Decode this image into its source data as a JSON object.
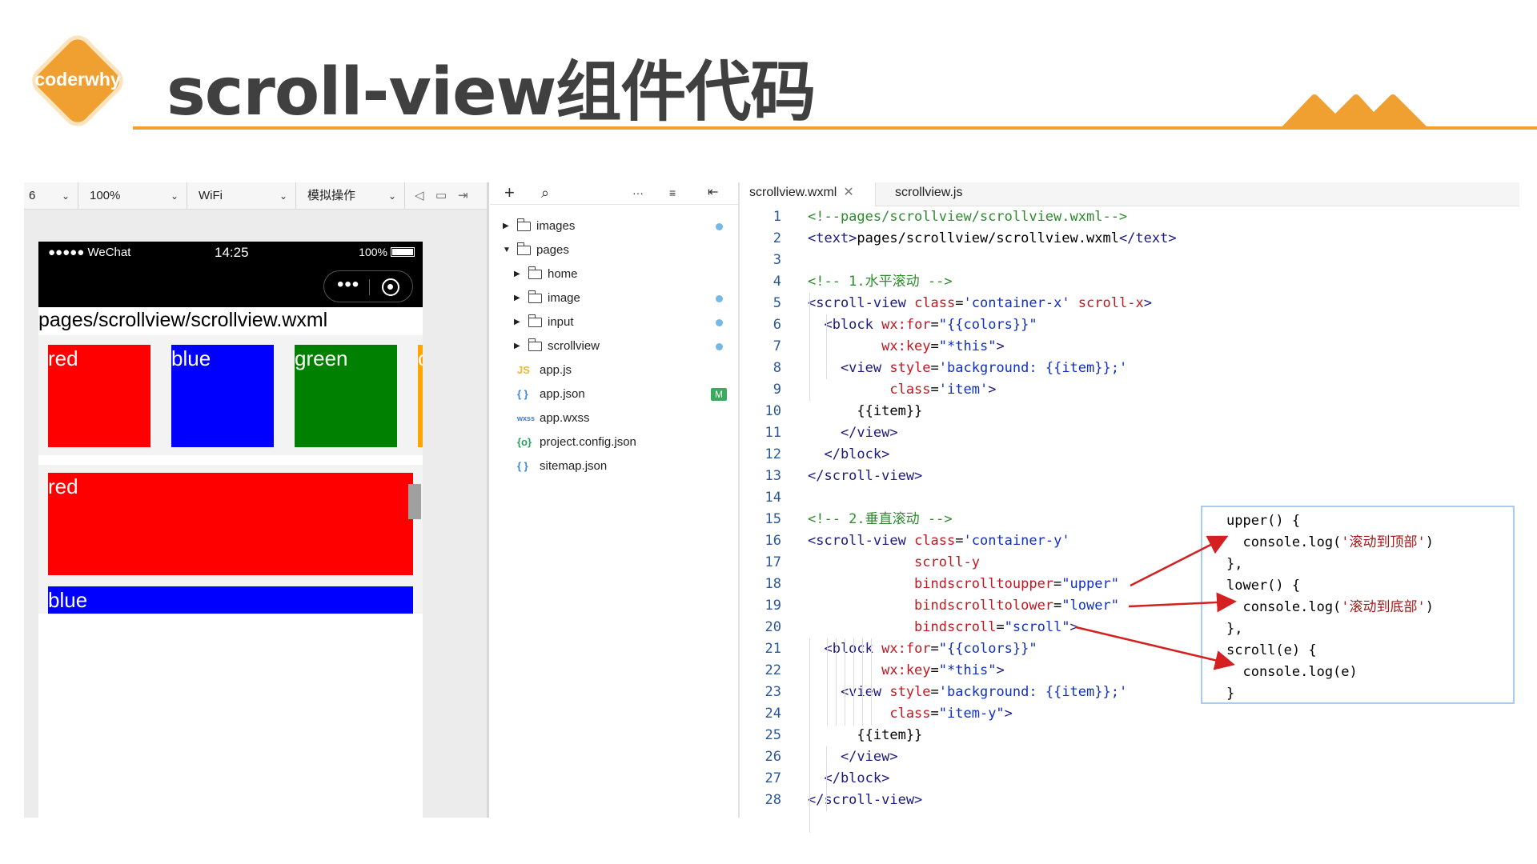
{
  "slide": {
    "logo_text": "coderwhy",
    "title": "scroll-view组件代码",
    "colors": {
      "accent": "#f0a030",
      "title": "#404040"
    }
  },
  "simulator": {
    "toolbar": {
      "device": "6",
      "zoom": "100%",
      "network": "WiFi",
      "operation": "模拟操作"
    },
    "statusbar": {
      "carrier": "●●●●● WeChat",
      "time": "14:25",
      "battery": "100%"
    },
    "page_path": "pages/scrollview/scrollview.wxml",
    "horizontal_items": [
      {
        "label": "red",
        "color": "#ff0000"
      },
      {
        "label": "blue",
        "color": "#0000ff"
      },
      {
        "label": "green",
        "color": "#008000"
      },
      {
        "label": "o",
        "color": "#ffa500"
      }
    ],
    "vertical_items": [
      {
        "label": "red",
        "color": "#ff0000"
      },
      {
        "label": "blue",
        "color": "#0000ff"
      }
    ]
  },
  "file_tree": {
    "items": [
      {
        "label": "images",
        "type": "folder",
        "depth": 0,
        "expanded": false,
        "dot": true
      },
      {
        "label": "pages",
        "type": "folder",
        "depth": 0,
        "expanded": true,
        "dot": false
      },
      {
        "label": "home",
        "type": "folder",
        "depth": 1,
        "expanded": false,
        "dot": false
      },
      {
        "label": "image",
        "type": "folder",
        "depth": 1,
        "expanded": false,
        "dot": true
      },
      {
        "label": "input",
        "type": "folder",
        "depth": 1,
        "expanded": false,
        "dot": true
      },
      {
        "label": "scrollview",
        "type": "folder",
        "depth": 1,
        "expanded": false,
        "dot": true
      },
      {
        "label": "app.js",
        "type": "js",
        "depth": 0,
        "icon": "JS"
      },
      {
        "label": "app.json",
        "type": "json",
        "depth": 0,
        "icon": "{ }",
        "badge": "M"
      },
      {
        "label": "app.wxss",
        "type": "wxss",
        "depth": 0,
        "icon": "wxss"
      },
      {
        "label": "project.config.json",
        "type": "config",
        "depth": 0,
        "icon": "{o}"
      },
      {
        "label": "sitemap.json",
        "type": "json",
        "depth": 0,
        "icon": "{ }"
      }
    ]
  },
  "editor": {
    "tabs": [
      {
        "label": "scrollview.wxml",
        "active": true
      },
      {
        "label": "scrollview.js",
        "active": false
      }
    ],
    "lines": [
      {
        "n": "1",
        "segs": [
          [
            "<!--pages/scrollview/scrollview.wxml-->",
            "com"
          ]
        ]
      },
      {
        "n": "2",
        "segs": [
          [
            "<text>",
            "tag"
          ],
          [
            "pages/scrollview/scrollview.wxml",
            "txt"
          ],
          [
            "</text>",
            "tag"
          ]
        ]
      },
      {
        "n": "3",
        "segs": []
      },
      {
        "n": "4",
        "segs": [
          [
            "<!-- 1.水平滚动 -->",
            "com"
          ]
        ]
      },
      {
        "n": "5",
        "segs": [
          [
            "<scroll-view ",
            "tag"
          ],
          [
            "class",
            "attr"
          ],
          [
            "=",
            "txt"
          ],
          [
            "'container-x'",
            "str"
          ],
          [
            " scroll-x",
            "attr"
          ],
          [
            ">",
            "tag"
          ]
        ]
      },
      {
        "n": "6",
        "segs": [
          [
            "  <block ",
            "tag"
          ],
          [
            "wx:for",
            "attr"
          ],
          [
            "=",
            "txt"
          ],
          [
            "\"{{colors}}\"",
            "str"
          ]
        ]
      },
      {
        "n": "7",
        "segs": [
          [
            "         wx:key",
            "attr"
          ],
          [
            "=",
            "txt"
          ],
          [
            "\"*this\"",
            "str"
          ],
          [
            ">",
            "tag"
          ]
        ]
      },
      {
        "n": "8",
        "segs": [
          [
            "    <view ",
            "tag"
          ],
          [
            "style",
            "attr"
          ],
          [
            "=",
            "txt"
          ],
          [
            "'background: {{item}};'",
            "str"
          ]
        ]
      },
      {
        "n": "9",
        "segs": [
          [
            "          class",
            "attr"
          ],
          [
            "=",
            "txt"
          ],
          [
            "'item'",
            "str"
          ],
          [
            ">",
            "tag"
          ]
        ]
      },
      {
        "n": "10",
        "segs": [
          [
            "      {{item}}",
            "txt"
          ]
        ]
      },
      {
        "n": "11",
        "segs": [
          [
            "    </view>",
            "tag"
          ]
        ]
      },
      {
        "n": "12",
        "segs": [
          [
            "  </block>",
            "tag"
          ]
        ]
      },
      {
        "n": "13",
        "segs": [
          [
            "</scroll-view>",
            "tag"
          ]
        ]
      },
      {
        "n": "14",
        "segs": []
      },
      {
        "n": "15",
        "segs": [
          [
            "<!-- 2.垂直滚动 -->",
            "com"
          ]
        ]
      },
      {
        "n": "16",
        "segs": [
          [
            "<scroll-view ",
            "tag"
          ],
          [
            "class",
            "attr"
          ],
          [
            "=",
            "txt"
          ],
          [
            "'container-y'",
            "str"
          ]
        ]
      },
      {
        "n": "17",
        "segs": [
          [
            "             scroll-y",
            "attr"
          ]
        ]
      },
      {
        "n": "18",
        "segs": [
          [
            "             bindscrolltoupper",
            "attr"
          ],
          [
            "=",
            "txt"
          ],
          [
            "\"upper\"",
            "str"
          ]
        ]
      },
      {
        "n": "19",
        "segs": [
          [
            "             bindscrolltolower",
            "attr"
          ],
          [
            "=",
            "txt"
          ],
          [
            "\"lower\"",
            "str"
          ]
        ]
      },
      {
        "n": "20",
        "segs": [
          [
            "             bindscroll",
            "attr"
          ],
          [
            "=",
            "txt"
          ],
          [
            "\"scroll\"",
            "str"
          ],
          [
            ">",
            "tag"
          ]
        ]
      },
      {
        "n": "21",
        "segs": [
          [
            "  <block ",
            "tag"
          ],
          [
            "wx:for",
            "attr"
          ],
          [
            "=",
            "txt"
          ],
          [
            "\"{{colors}}\"",
            "str"
          ]
        ]
      },
      {
        "n": "22",
        "segs": [
          [
            "         wx:key",
            "attr"
          ],
          [
            "=",
            "txt"
          ],
          [
            "\"*this\"",
            "str"
          ],
          [
            ">",
            "tag"
          ]
        ]
      },
      {
        "n": "23",
        "segs": [
          [
            "    <view ",
            "tag"
          ],
          [
            "style",
            "attr"
          ],
          [
            "=",
            "txt"
          ],
          [
            "'background: {{item}};'",
            "str"
          ]
        ]
      },
      {
        "n": "24",
        "segs": [
          [
            "          class",
            "attr"
          ],
          [
            "=",
            "txt"
          ],
          [
            "\"item-y\"",
            "str"
          ],
          [
            ">",
            "tag"
          ]
        ]
      },
      {
        "n": "25",
        "segs": [
          [
            "      {{item}}",
            "txt"
          ]
        ]
      },
      {
        "n": "26",
        "segs": [
          [
            "    </view>",
            "tag"
          ]
        ]
      },
      {
        "n": "27",
        "segs": [
          [
            "  </block>",
            "tag"
          ]
        ]
      },
      {
        "n": "28",
        "segs": [
          [
            "</scroll-view>",
            "tag"
          ]
        ]
      }
    ]
  },
  "js_callout": {
    "lines": [
      [
        [
          "upper() {",
          "txt"
        ]
      ],
      [
        [
          "  console.log(",
          "txt"
        ],
        [
          "'滚动到顶部'",
          "cn"
        ],
        [
          ")",
          "txt"
        ]
      ],
      [
        [
          "},",
          "txt"
        ]
      ],
      [
        [
          "lower() {",
          "txt"
        ]
      ],
      [
        [
          "  console.log(",
          "txt"
        ],
        [
          "'滚动到底部'",
          "cn"
        ],
        [
          ")",
          "txt"
        ]
      ],
      [
        [
          "},",
          "txt"
        ]
      ],
      [
        [
          "scroll(e) {",
          "txt"
        ]
      ],
      [
        [
          "  console.log(e)",
          "txt"
        ]
      ],
      [
        [
          "}",
          "txt"
        ]
      ]
    ]
  }
}
